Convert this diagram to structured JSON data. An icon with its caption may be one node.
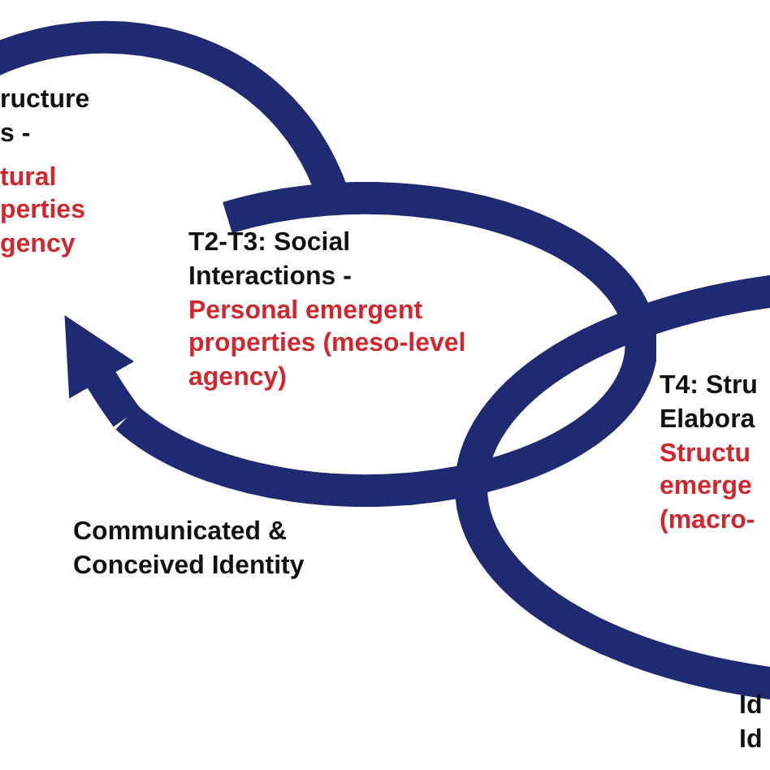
{
  "diagram": {
    "nodes": [
      {
        "text": [
          "ructure s -",
          "tural perties gency"
        ]
      },
      {
        "text": [
          "T2-T3: Social Interactions -",
          "Personal emergent properties (meso-level agency)"
        ],
        "beside": [
          "Communicated & Conceived Identity"
        ]
      },
      {
        "text": [
          "T4: Stru Elabora",
          "Structu emerge (macro-"
        ]
      }
    ],
    "edges": [
      {
        "from": 1,
        "to": 0,
        "arrow": "to"
      }
    ],
    "labels": [
      "Id Id"
    ]
  }
}
